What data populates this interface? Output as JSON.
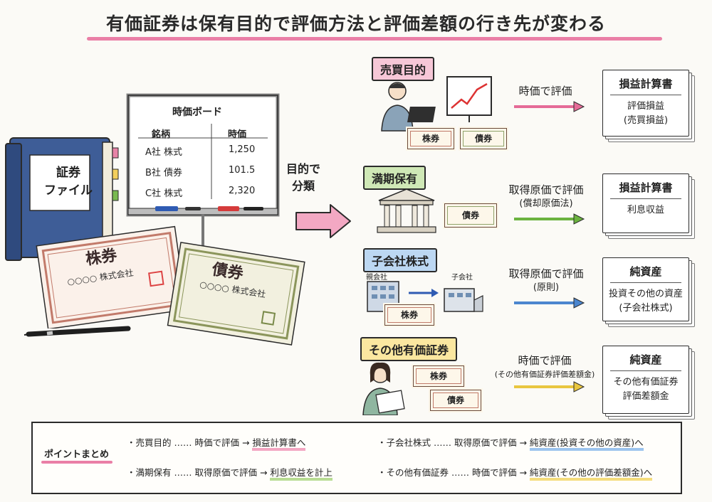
{
  "title": "有価証券は保有目的で評価方法と評価差額の行き先が変わる",
  "binder": {
    "line1": "証券",
    "line2": "ファイル"
  },
  "whiteboard": {
    "title": "時価ボード",
    "col_name": "銘柄",
    "col_price": "時価",
    "rows": [
      {
        "name": "A社 株式",
        "price": "1,250"
      },
      {
        "name": "B社 債券",
        "price": "101.5"
      },
      {
        "name": "C社 株式",
        "price": "2,320"
      }
    ]
  },
  "stock_cert": {
    "title": "株券",
    "company": "○○○○ 株式会社"
  },
  "bond_cert": {
    "title": "債券",
    "company": "○○○○ 株式会社"
  },
  "classify": {
    "line1": "目的で",
    "line2": "分類"
  },
  "categories": [
    {
      "label": "売買目的",
      "method_line1": "時価で評価",
      "method_line2": "",
      "report_title": "損益計算書",
      "report_line1": "評価損益",
      "report_line2": "(売買損益)",
      "color": "#e56b97"
    },
    {
      "label": "満期保有",
      "method_line1": "取得原価で評価",
      "method_line2": "(償却原価法)",
      "report_title": "損益計算書",
      "report_line1": "利息収益",
      "report_line2": "",
      "color": "#6bb33f"
    },
    {
      "label": "子会社株式",
      "method_line1": "取得原価で評価",
      "method_line2": "(原則)",
      "report_title": "純資産",
      "report_line1": "投資その他の資産",
      "report_line2": "(子会社株式)",
      "color": "#4b86cf"
    },
    {
      "label": "その他有価証券",
      "method_line1": "時価で評価",
      "method_line2": "(その他有価証券評価差額金)",
      "report_title": "純資産",
      "report_line1": "その他有価証券",
      "report_line2": "評価差額金",
      "color": "#e9c640"
    }
  ],
  "mini_certs": {
    "stock": "株券",
    "bond": "債券"
  },
  "building_labels": {
    "parent": "親会社",
    "child": "子会社"
  },
  "summary": {
    "label": "ポイントまとめ",
    "rows": [
      {
        "cat": "・売買目的 ……",
        "method": "時価で評価 →",
        "dest": "損益計算書へ"
      },
      {
        "cat": "・満期保有 ……",
        "method": "取得原価で評価 →",
        "dest": "利息収益を計上"
      },
      {
        "cat": "・子会社株式 ……",
        "method": "取得原価で評価 →",
        "dest": "純資産(投資その他の資産)へ"
      },
      {
        "cat": "・その他有価証券 ……",
        "method": "時価で評価 →",
        "dest": "純資産(その他の評価差額金)へ"
      }
    ]
  }
}
